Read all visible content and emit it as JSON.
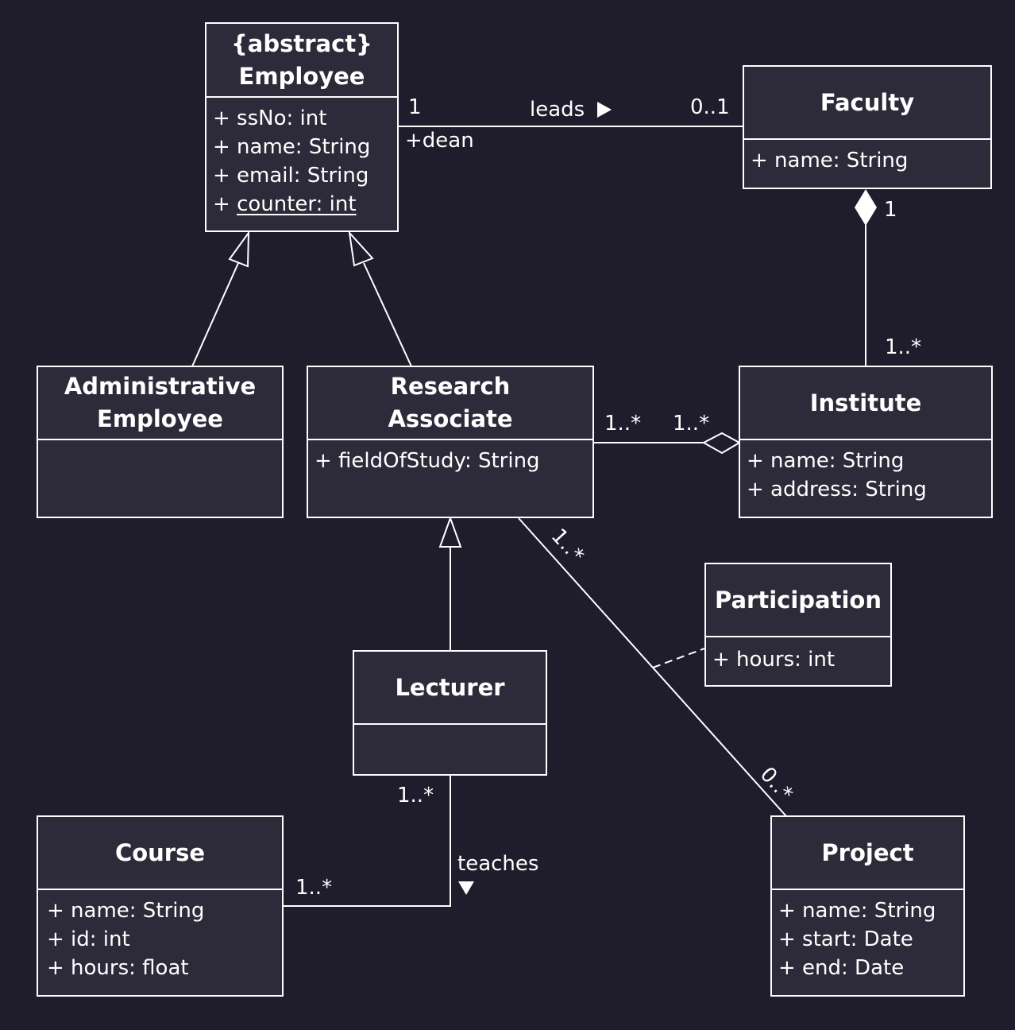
{
  "colors": {
    "background": "#1f1d2c",
    "class_fill": "#2d2b3a",
    "stroke": "#ffffff",
    "text": "#ffffff"
  },
  "classes": {
    "employee": {
      "stereotype": "{abstract}",
      "name": "Employee",
      "attributes": [
        "+ ssNo: int",
        "+ name: String",
        "+ email: String"
      ],
      "static_prefix": "+ ",
      "static_attribute": "counter: int"
    },
    "faculty": {
      "name": "Faculty",
      "attributes": [
        "+ name: String"
      ]
    },
    "administrative_employee": {
      "name_line1": "Administrative",
      "name_line2": "Employee",
      "attributes": []
    },
    "research_associate": {
      "name_line1": "Research",
      "name_line2": "Associate",
      "attributes": [
        "+ fieldOfStudy: String"
      ]
    },
    "institute": {
      "name": "Institute",
      "attributes": [
        "+ name: String",
        "+ address: String"
      ]
    },
    "participation": {
      "name": "Participation",
      "attributes": [
        "+ hours: int"
      ]
    },
    "lecturer": {
      "name": "Lecturer",
      "attributes": []
    },
    "course": {
      "name": "Course",
      "attributes": [
        "+ name: String",
        "+ id: int",
        "+ hours: float"
      ]
    },
    "project": {
      "name": "Project",
      "attributes": [
        "+ name: String",
        "+ start: Date",
        "+ end: Date"
      ]
    }
  },
  "associations": {
    "leads": {
      "label": "leads",
      "direction_icon": "triangle-right",
      "employee_multiplicity": "1",
      "employee_role": "+dean",
      "faculty_multiplicity": "0..1"
    },
    "faculty_institute": {
      "kind": "composition",
      "faculty_multiplicity": "1",
      "institute_multiplicity": "1..*"
    },
    "research_institute": {
      "kind": "aggregation",
      "research_multiplicity": "1..*",
      "institute_multiplicity": "1..*"
    },
    "research_project": {
      "kind": "association-class",
      "research_multiplicity": "1..*",
      "project_multiplicity": "0..*"
    },
    "teaches": {
      "label": "teaches",
      "direction_icon": "triangle-down",
      "lecturer_multiplicity": "1..*",
      "course_multiplicity": "1..*"
    }
  }
}
